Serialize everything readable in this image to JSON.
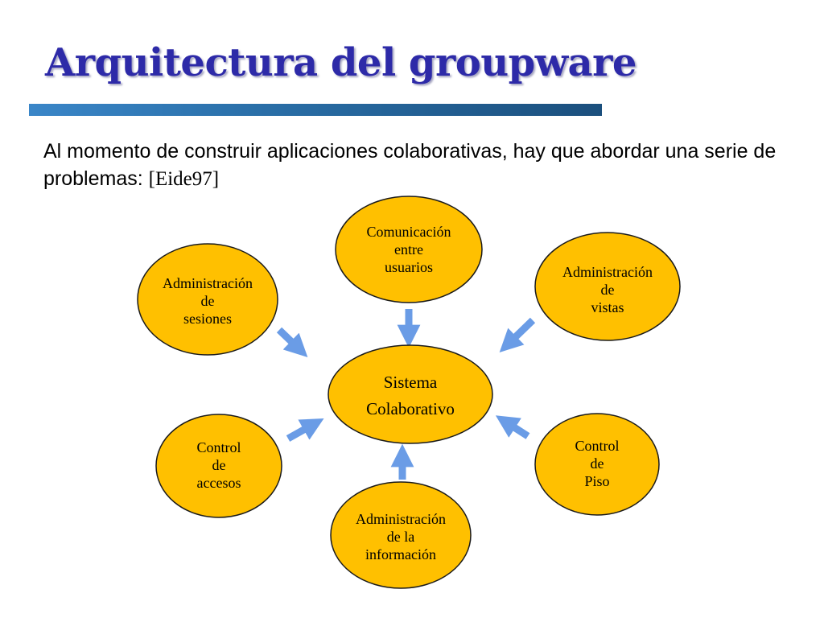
{
  "slide": {
    "title": "Arquitectura del groupware",
    "intro_text": "Al momento de construir aplicaciones colaborativas, hay que abordar una serie de problemas: ",
    "intro_reference": "[Eide97]"
  },
  "diagram": {
    "center": {
      "lines": [
        "Sistema",
        "Colaborativo"
      ]
    },
    "nodes": [
      {
        "id": "comunicacion",
        "lines": [
          "Comunicación",
          "entre",
          "usuarios"
        ]
      },
      {
        "id": "sesiones",
        "lines": [
          "Administración",
          "de",
          "sesiones"
        ]
      },
      {
        "id": "vistas",
        "lines": [
          "Administración",
          "de",
          "vistas"
        ]
      },
      {
        "id": "accesos",
        "lines": [
          "Control",
          "de",
          "accesos"
        ]
      },
      {
        "id": "piso",
        "lines": [
          "Control",
          "de",
          "Piso"
        ]
      },
      {
        "id": "informacion",
        "lines": [
          "Administración",
          "de la",
          "información"
        ]
      }
    ],
    "colors": {
      "node_fill": "#FFC000",
      "node_stroke": "#1a1a1a",
      "arrow": "#6a9ce6",
      "title": "#2d2aa8"
    }
  }
}
